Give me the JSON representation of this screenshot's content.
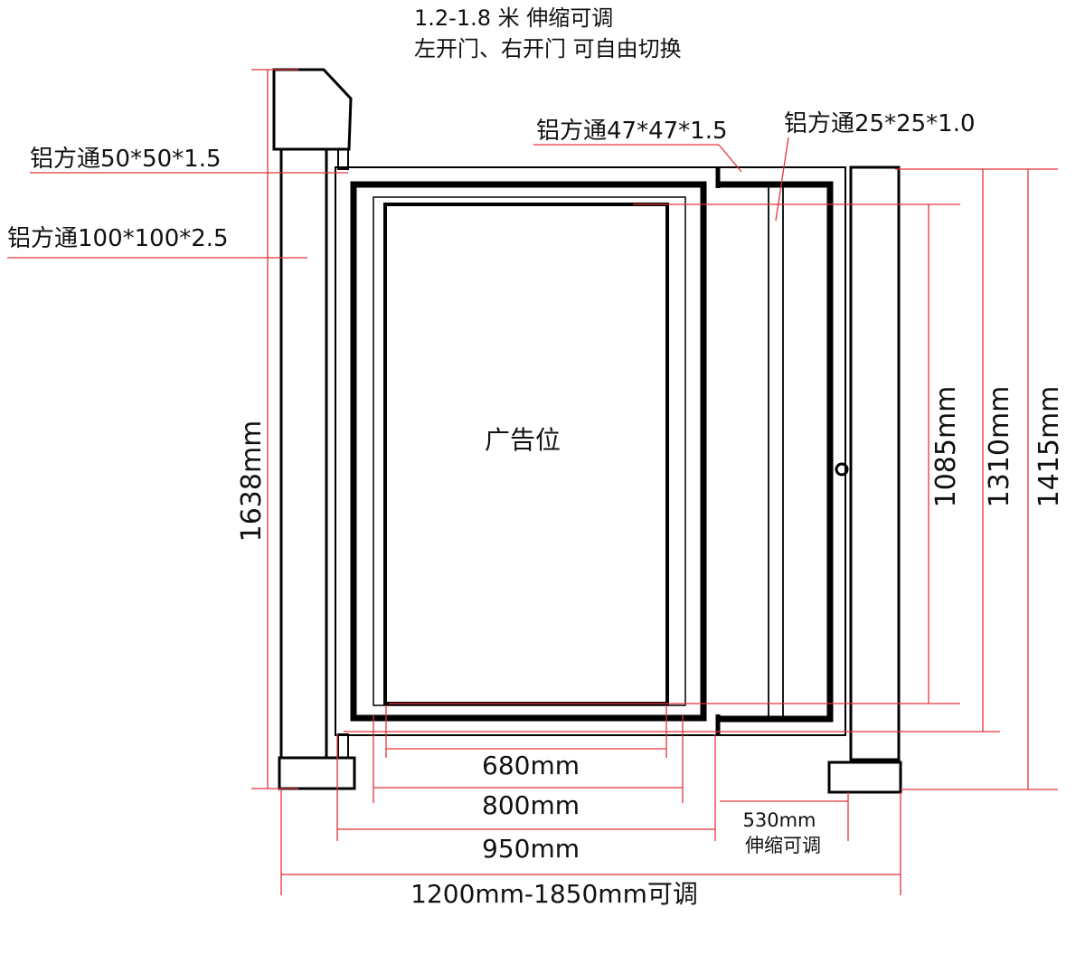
{
  "header": {
    "line1": "1.2-1.8 米 伸缩可调",
    "line2": "左开门、右开门 可自由切换"
  },
  "labels": {
    "tube_50": "铝方通50*50*1.5",
    "tube_100": "铝方通100*100*2.5",
    "tube_47": "铝方通47*47*1.5",
    "tube_25": "铝方通25*25*1.0",
    "ad_area": "广告位"
  },
  "dimensions": {
    "d680": "680mm",
    "d800": "800mm",
    "d950": "950mm",
    "d530": "530mm",
    "d530_note": "伸缩可调",
    "d1200": "1200mm-1850mm可调",
    "d1638": "1638mm",
    "d1085": "1085mm",
    "d1310": "1310mm",
    "d1415": "1415mm"
  },
  "colors": {
    "dimension_line": "#e5333a",
    "structure": "#000000"
  }
}
